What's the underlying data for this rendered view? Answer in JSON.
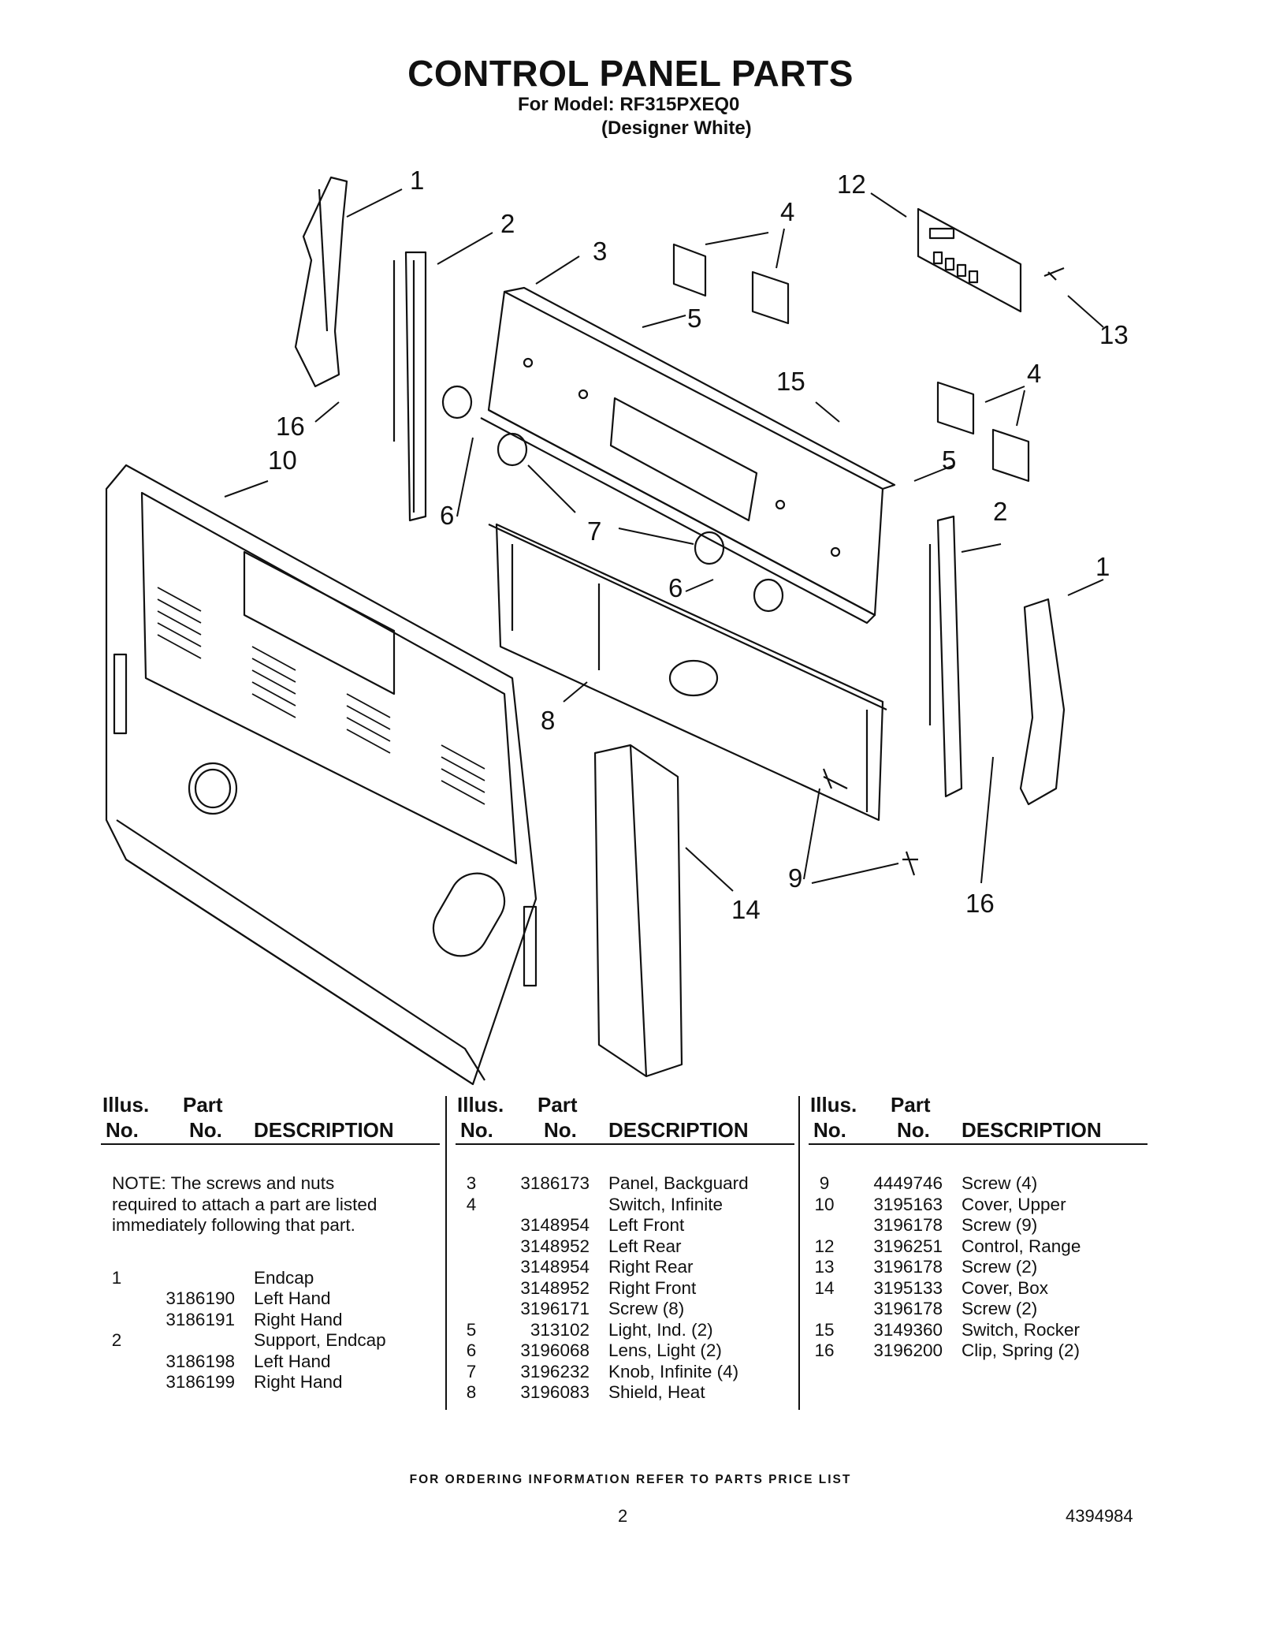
{
  "header": {
    "title": "CONTROL PANEL PARTS",
    "model_line": "For Model: RF315PXEQ0",
    "color_line": "(Designer White)"
  },
  "diagram": {
    "callouts": [
      "1",
      "2",
      "3",
      "4",
      "5",
      "12",
      "13",
      "15",
      "4",
      "5",
      "16",
      "10",
      "6",
      "7",
      "6",
      "2",
      "1",
      "8",
      "9",
      "14",
      "16"
    ]
  },
  "table_headers": {
    "illus": "Illus.",
    "no": "No.",
    "part": "Part",
    "part_no": "No.",
    "description": "DESCRIPTION"
  },
  "note": "NOTE: The screws and nuts required to attach a part are listed immediately following that part.",
  "columns": [
    {
      "rows": [
        {
          "illus": "1",
          "part": "",
          "desc": "Endcap"
        },
        {
          "illus": "",
          "part": "3186190",
          "desc": "Left Hand"
        },
        {
          "illus": "",
          "part": "3186191",
          "desc": "Right Hand"
        },
        {
          "illus": "2",
          "part": "",
          "desc": "Support, Endcap"
        },
        {
          "illus": "",
          "part": "3186198",
          "desc": "Left Hand"
        },
        {
          "illus": "",
          "part": "3186199",
          "desc": "Right Hand"
        }
      ]
    },
    {
      "rows": [
        {
          "illus": "3",
          "part": "3186173",
          "desc": "Panel, Backguard"
        },
        {
          "illus": "4",
          "part": "",
          "desc": "Switch, Infinite"
        },
        {
          "illus": "",
          "part": "3148954",
          "desc": "Left Front"
        },
        {
          "illus": "",
          "part": "3148952",
          "desc": "Left Rear"
        },
        {
          "illus": "",
          "part": "3148954",
          "desc": "Right Rear"
        },
        {
          "illus": "",
          "part": "3148952",
          "desc": "Right Front"
        },
        {
          "illus": "",
          "part": "3196171",
          "desc": "Screw (8)"
        },
        {
          "illus": "5",
          "part": "313102",
          "desc": "Light, Ind. (2)"
        },
        {
          "illus": "6",
          "part": "3196068",
          "desc": "Lens, Light (2)"
        },
        {
          "illus": "7",
          "part": "3196232",
          "desc": "Knob, Infinite (4)"
        },
        {
          "illus": "8",
          "part": "3196083",
          "desc": "Shield, Heat"
        }
      ]
    },
    {
      "rows": [
        {
          "illus": "9",
          "part": "4449746",
          "desc": "Screw (4)"
        },
        {
          "illus": "10",
          "part": "3195163",
          "desc": "Cover, Upper"
        },
        {
          "illus": "",
          "part": "3196178",
          "desc": "Screw (9)"
        },
        {
          "illus": "12",
          "part": "3196251",
          "desc": "Control, Range"
        },
        {
          "illus": "13",
          "part": "3196178",
          "desc": "Screw (2)"
        },
        {
          "illus": "14",
          "part": "3195133",
          "desc": "Cover, Box"
        },
        {
          "illus": "",
          "part": "3196178",
          "desc": "Screw (2)"
        },
        {
          "illus": "15",
          "part": "3149360",
          "desc": "Switch, Rocker"
        },
        {
          "illus": "16",
          "part": "3196200",
          "desc": "Clip, Spring (2)"
        }
      ]
    }
  ],
  "footer": {
    "ordering": "FOR ORDERING INFORMATION REFER TO PARTS PRICE LIST",
    "page": "2",
    "doc_number": "4394984"
  }
}
